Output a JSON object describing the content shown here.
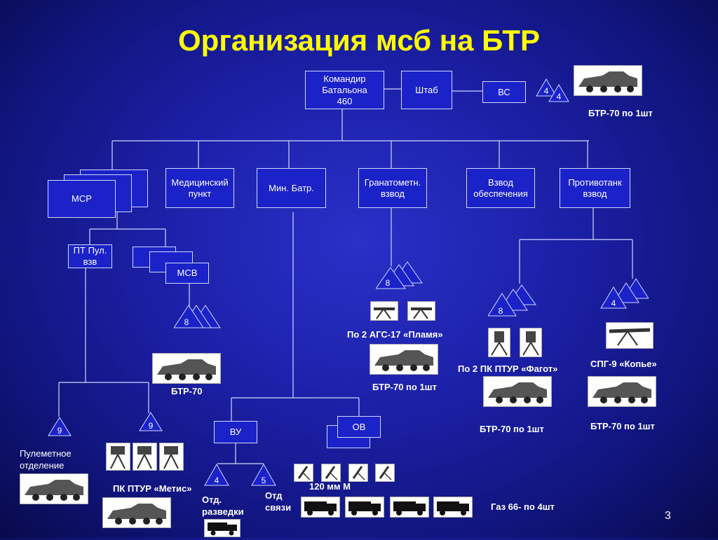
{
  "title": "Организация мсб на БТР",
  "page_number": "3",
  "boxes": {
    "commander": [
      "Командир",
      "Батальона",
      "460"
    ],
    "hq": "Штаб",
    "vs": "ВС",
    "msr": "МСР",
    "medical": [
      "Медицинский",
      "пункт"
    ],
    "mortar": "Мин. Батр.",
    "grenade": [
      "Гранатометн.",
      "взвод"
    ],
    "supply": [
      "Взвод",
      "обеспечения"
    ],
    "antitank": [
      "Противотанк",
      "взвод"
    ],
    "pt": [
      "ПТ Пул.",
      "взв"
    ],
    "msv": "МСВ",
    "vu": "ВУ",
    "ov": "ОВ"
  },
  "triangles": {
    "vs_a": "4",
    "vs_b": "4",
    "grenade": "8",
    "msv": "8",
    "fagot": "8",
    "spg": "4",
    "mg_left": "9",
    "mg_right": "9",
    "recon": "4",
    "comms": "5"
  },
  "labels": {
    "btr_top": "БТР-70 по 1шт",
    "ags": "По 2 АГС-17 «Пламя»",
    "btr_grenade": "БТР-70 по 1шт",
    "btr_msv": "БТР-70",
    "fagot": "По 2 ПК ПТУР «Фагот»",
    "spg": "СПГ-9 «Копье»",
    "btr_fagot": "БТР-70 по 1шт",
    "btr_spg": "БТР-70 по 1шт",
    "mg_section": [
      "Пулеметное",
      "отделение"
    ],
    "metis": "ПК ПТУР «Метис»",
    "recon": [
      "Отд.",
      "разведки"
    ],
    "comms": [
      "Отд",
      "связи"
    ],
    "mortar120": "120 мм М",
    "gaz": "Газ 66- по 4шт"
  },
  "colors": {
    "background": "#1c20a8",
    "title": "#ffff00",
    "box": "#1a22c8",
    "line": "#d0d8ff"
  }
}
